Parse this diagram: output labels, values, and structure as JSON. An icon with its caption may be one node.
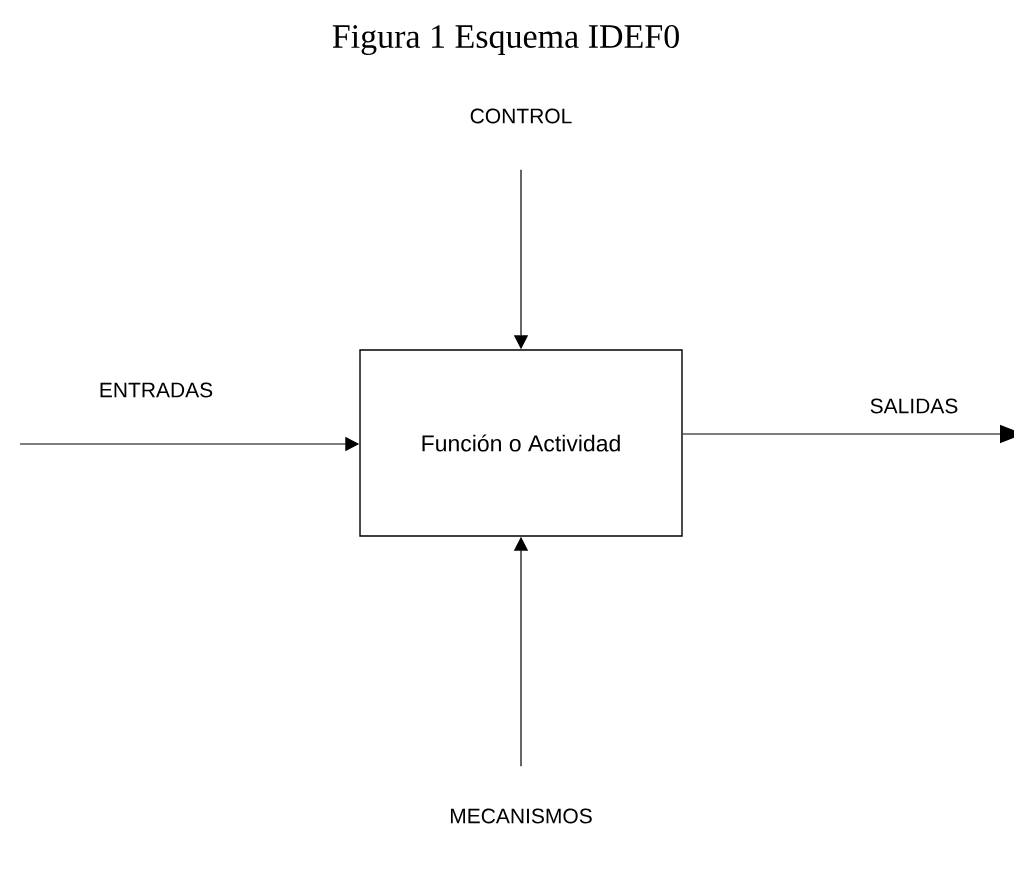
{
  "diagram": {
    "title": "Figura 1 Esquema IDEF0",
    "nodes": [
      {
        "text": [
          "CONTROL"
        ]
      },
      {
        "text": [
          "Función o Actividad"
        ]
      },
      {
        "text": [
          "MECANISMOS"
        ]
      }
    ],
    "edges": [
      {
        "from": 0,
        "to": 1,
        "arrow": "to"
      },
      {
        "from": null,
        "to": 1,
        "arrow": "to",
        "label": "ENTRADAS"
      },
      {
        "from": 1,
        "to": null,
        "arrow": "to",
        "label": "SALIDAS"
      },
      {
        "from": 2,
        "to": 1,
        "arrow": "to"
      }
    ]
  }
}
